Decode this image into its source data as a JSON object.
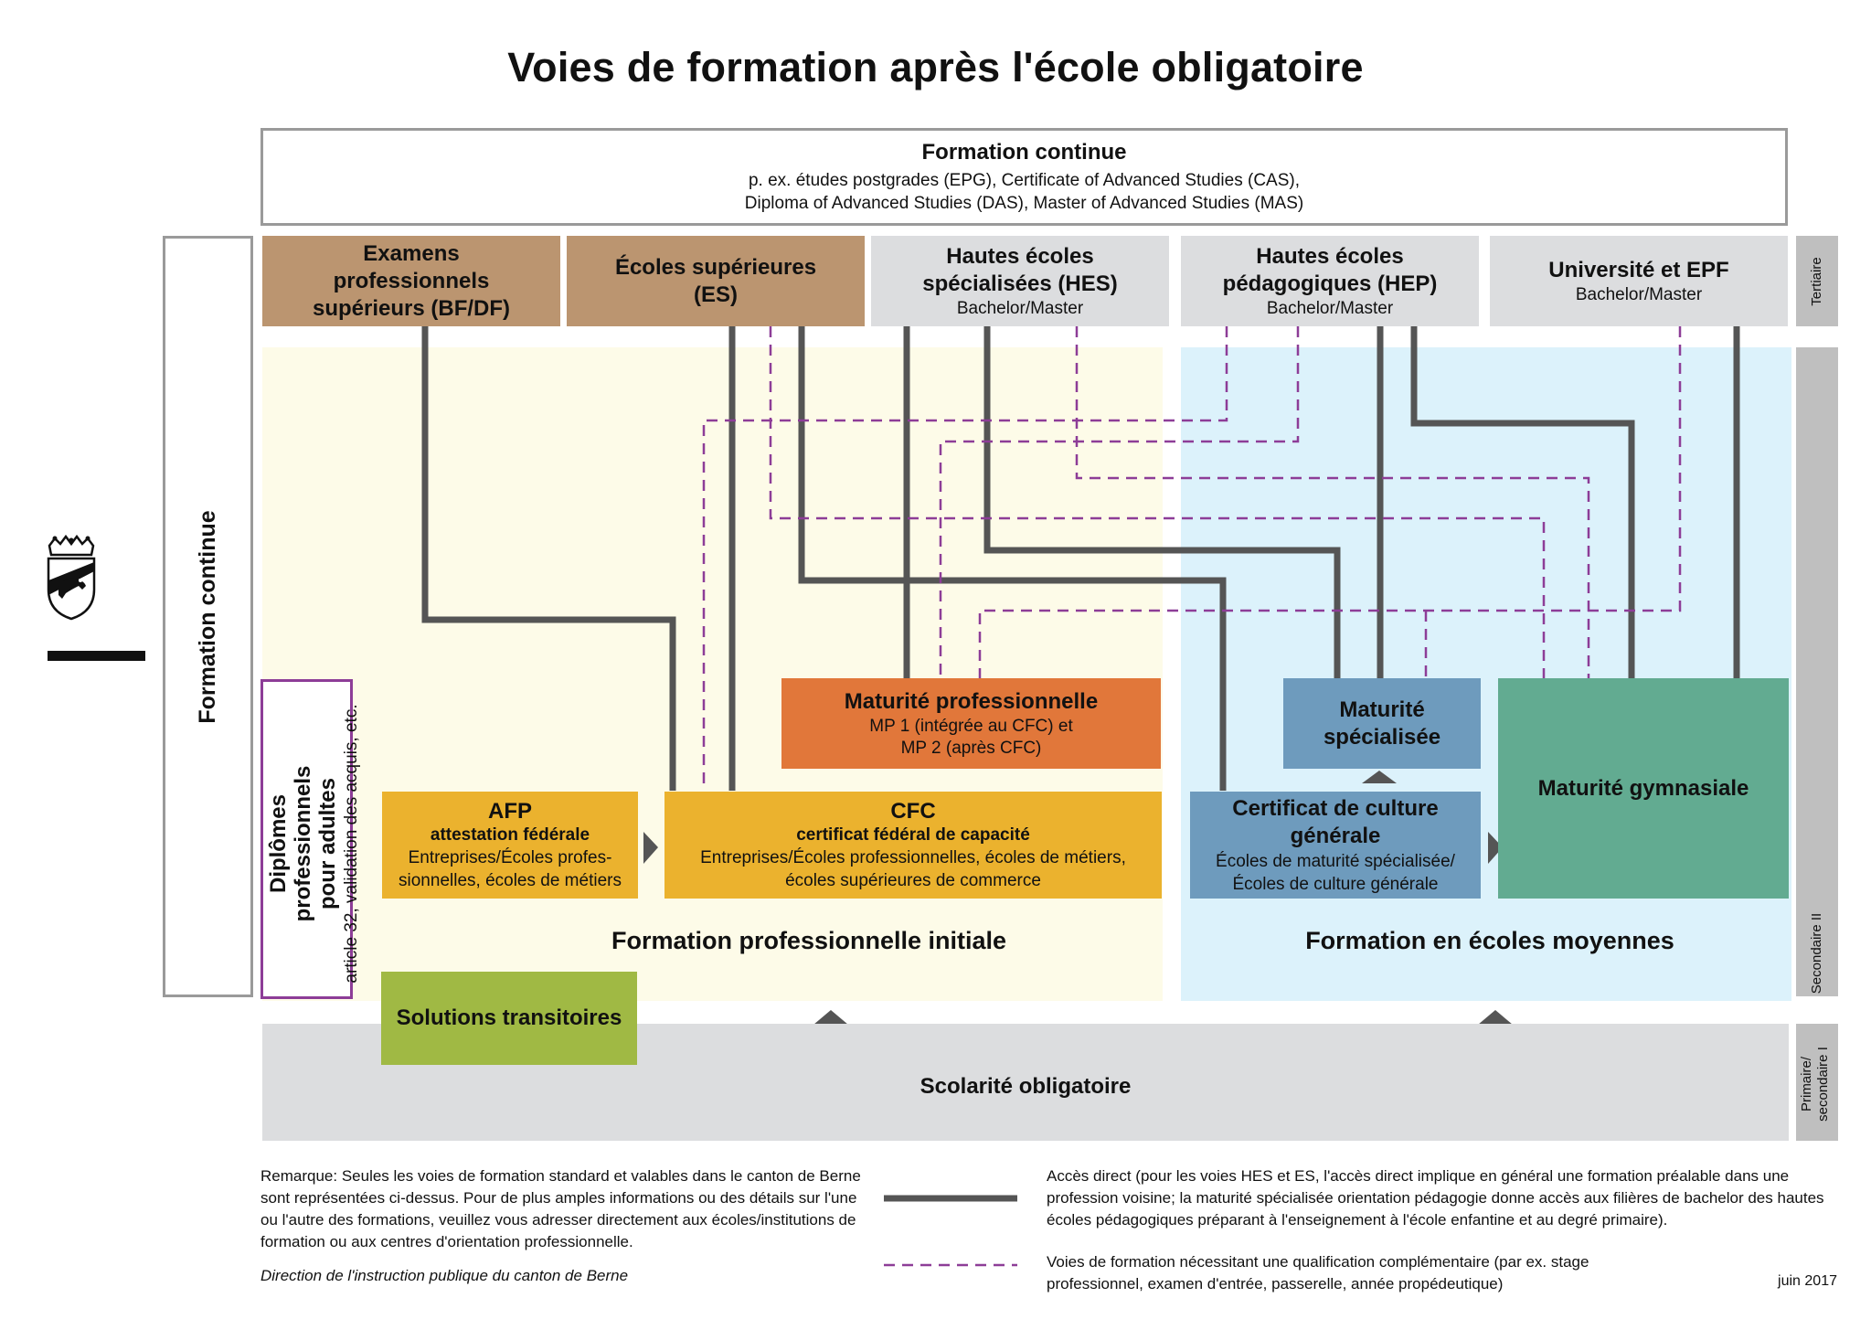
{
  "title": "Voies de formation après l'école obligatoire",
  "formation_continue_top": {
    "title": "Formation continue",
    "line1": "p. ex. études postgrades (EPG), Certificate of Advanced Studies (CAS),",
    "line2": "Diploma of Advanced Studies (DAS), Master of Advanced Studies (MAS)"
  },
  "formation_continue_side": "Formation continue",
  "tertiary": {
    "bfdf": "Examens professionnels supérieurs (BF/DF)",
    "es": "Écoles supérieures (ES)",
    "hes_title": "Hautes écoles spécialisées (HES)",
    "hes_sub": "Bachelor/Master",
    "hep_title": "Hautes écoles pédagogiques (HEP)",
    "hep_sub": "Bachelor/Master",
    "uni_title": "Université et EPF",
    "uni_sub": "Bachelor/Master"
  },
  "levels": {
    "tertiaire": "Tertiaire",
    "secondaire2": "Secondaire II",
    "primaire": "Primaire/ secondaire I"
  },
  "adults": {
    "title": "Diplômes professionnels pour adultes",
    "sub": "article 32, validation des acquis, etc."
  },
  "mp": {
    "title": "Maturité professionnelle",
    "line1": "MP 1 (intégrée au CFC) et",
    "line2": "MP 2 (après CFC)"
  },
  "ms": {
    "title": "Maturité spécialisée"
  },
  "mg": {
    "title": "Maturité gymnasiale"
  },
  "afp": {
    "title": "AFP",
    "subtitle": "attestation fédérale",
    "line1": "Entreprises/Écoles profes-",
    "line2": "sionnelles, écoles de métiers"
  },
  "cfc": {
    "title": "CFC",
    "subtitle": "certificat fédéral de capacité",
    "line1": "Entreprises/Écoles professionnelles, écoles de métiers,",
    "line2": "écoles supérieures de commerce"
  },
  "ccg": {
    "title": "Certificat de culture générale",
    "line1": "Écoles de maturité spécialisée/",
    "line2": "Écoles de culture générale"
  },
  "fpi": "Formation professionnelle initiale",
  "fem": "Formation en écoles moyennes",
  "transit": "Solutions transitoires",
  "scol": "Scolarité obligatoire",
  "remarque": "Remarque: Seules les voies de formation standard et valables dans le canton de Berne sont représentées ci-dessus. Pour de plus amples informations ou des détails sur l'une ou l'autre des formations, veuillez vous adresser directement aux écoles/institutions de formation ou aux centres d'orientation professionnelle.",
  "direction": "Direction de l'instruction publique du canton de Berne",
  "legend": {
    "direct": "Accès direct (pour les voies HES et ES, l'accès direct implique en général une formation préalable dans une profession voisine; la maturité spécialisée orientation pédagogie donne accès aux filières de bachelor des hautes écoles pédagogiques préparant à l'enseignement à l'école enfantine et au degré primaire).",
    "complementary": "Voies de formation nécessitant une qualification complémentaire (par ex. stage professionnel, examen d'entrée, passerelle, année propédeutique)"
  },
  "date": "juin 2017",
  "colors": {
    "brown": "#bb9570",
    "gray_box": "#dcdddf",
    "orange": "#e1773a",
    "yellow": "#ebb22e",
    "blue": "#6e9bbd",
    "green": "#62ab91",
    "lime": "#a0b944",
    "cream": "#fdfbe8",
    "lightblue": "#dcf2fb",
    "purple": "#8d3d97",
    "line": "#555555"
  }
}
